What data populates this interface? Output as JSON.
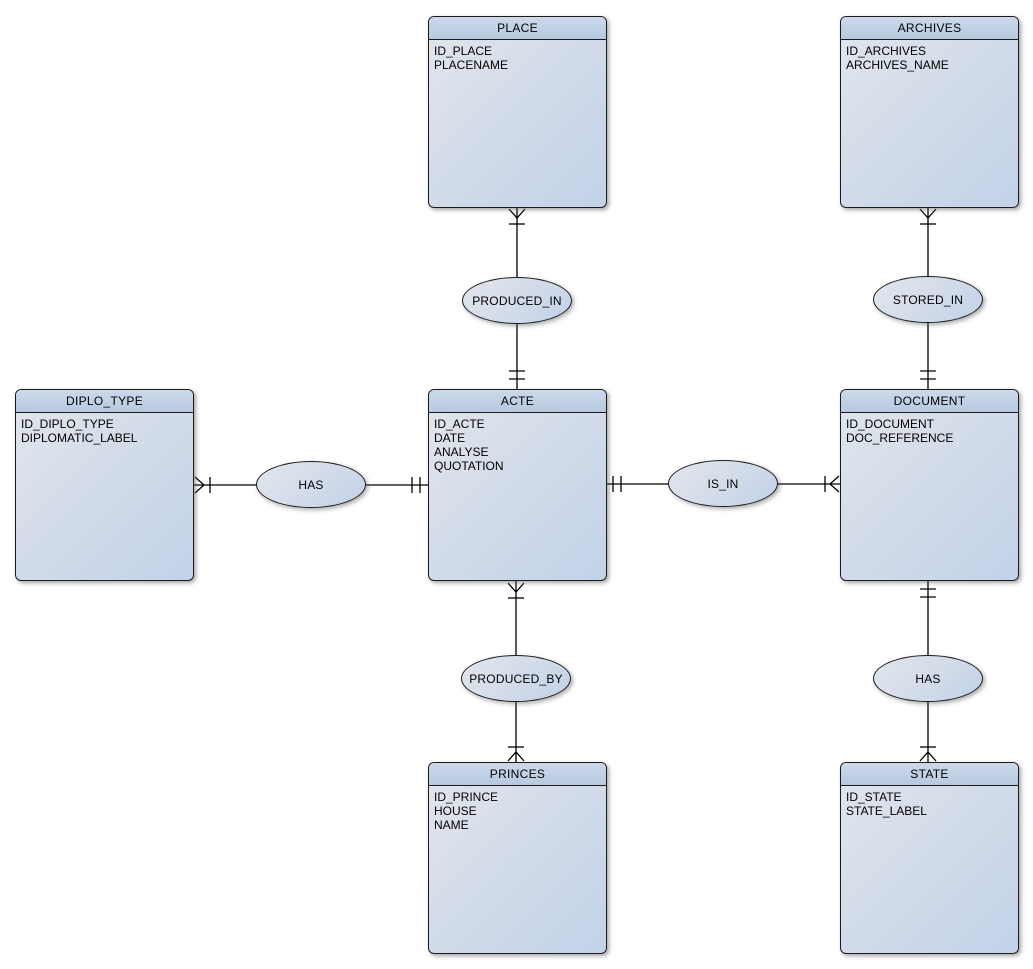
{
  "diagram": {
    "type": "entity-relationship",
    "colors": {
      "canvas_bg": "#ffffff",
      "entity_header_top": "#cdd9eb",
      "entity_header_bottom": "#b7c9e0",
      "body_start": "#e1e6ed",
      "body_end": "#c2d2e9",
      "border": "#1b1b1b",
      "line": "#000000"
    },
    "entities": [
      {
        "name": "PLACE",
        "attributes": [
          "ID_PLACE",
          "PLACENAME"
        ]
      },
      {
        "name": "ARCHIVES",
        "attributes": [
          "ID_ARCHIVES",
          "ARCHIVES_NAME"
        ]
      },
      {
        "name": "DIPLO_TYPE",
        "attributes": [
          "ID_DIPLO_TYPE",
          "DIPLOMATIC_LABEL"
        ]
      },
      {
        "name": "ACTE",
        "attributes": [
          "ID_ACTE",
          "DATE",
          "ANALYSE",
          "QUOTATION"
        ]
      },
      {
        "name": "DOCUMENT",
        "attributes": [
          "ID_DOCUMENT",
          "DOC_REFERENCE"
        ]
      },
      {
        "name": "PRINCES",
        "attributes": [
          "ID_PRINCE",
          "HOUSE",
          "NAME"
        ]
      },
      {
        "name": "STATE",
        "attributes": [
          "ID_STATE",
          "STATE_LABEL"
        ]
      }
    ],
    "relationships": [
      {
        "label": "PRODUCED_IN",
        "from": "PLACE",
        "to": "ACTE",
        "from_end_symbols": [
          "crow-foot",
          "tick"
        ],
        "to_end_symbols": [
          "tick",
          "tick"
        ]
      },
      {
        "label": "STORED_IN",
        "from": "ARCHIVES",
        "to": "DOCUMENT",
        "from_end_symbols": [
          "crow-foot",
          "tick"
        ],
        "to_end_symbols": [
          "tick",
          "tick"
        ]
      },
      {
        "label": "HAS",
        "from": "DIPLO_TYPE",
        "to": "ACTE",
        "from_end_symbols": [
          "crow-foot",
          "tick"
        ],
        "to_end_symbols": [
          "tick",
          "tick"
        ]
      },
      {
        "label": "IS_IN",
        "from": "ACTE",
        "to": "DOCUMENT",
        "from_end_symbols": [
          "tick",
          "tick"
        ],
        "to_end_symbols": [
          "tick",
          "crow-foot"
        ]
      },
      {
        "label": "PRODUCED_BY",
        "from": "ACTE",
        "to": "PRINCES",
        "from_end_symbols": [
          "crow-foot",
          "tick"
        ],
        "to_end_symbols": [
          "tick",
          "crow-foot"
        ]
      },
      {
        "label": "HAS",
        "from": "DOCUMENT",
        "to": "STATE",
        "from_end_symbols": [
          "tick",
          "tick"
        ],
        "to_end_symbols": [
          "tick",
          "crow-foot"
        ]
      }
    ]
  }
}
